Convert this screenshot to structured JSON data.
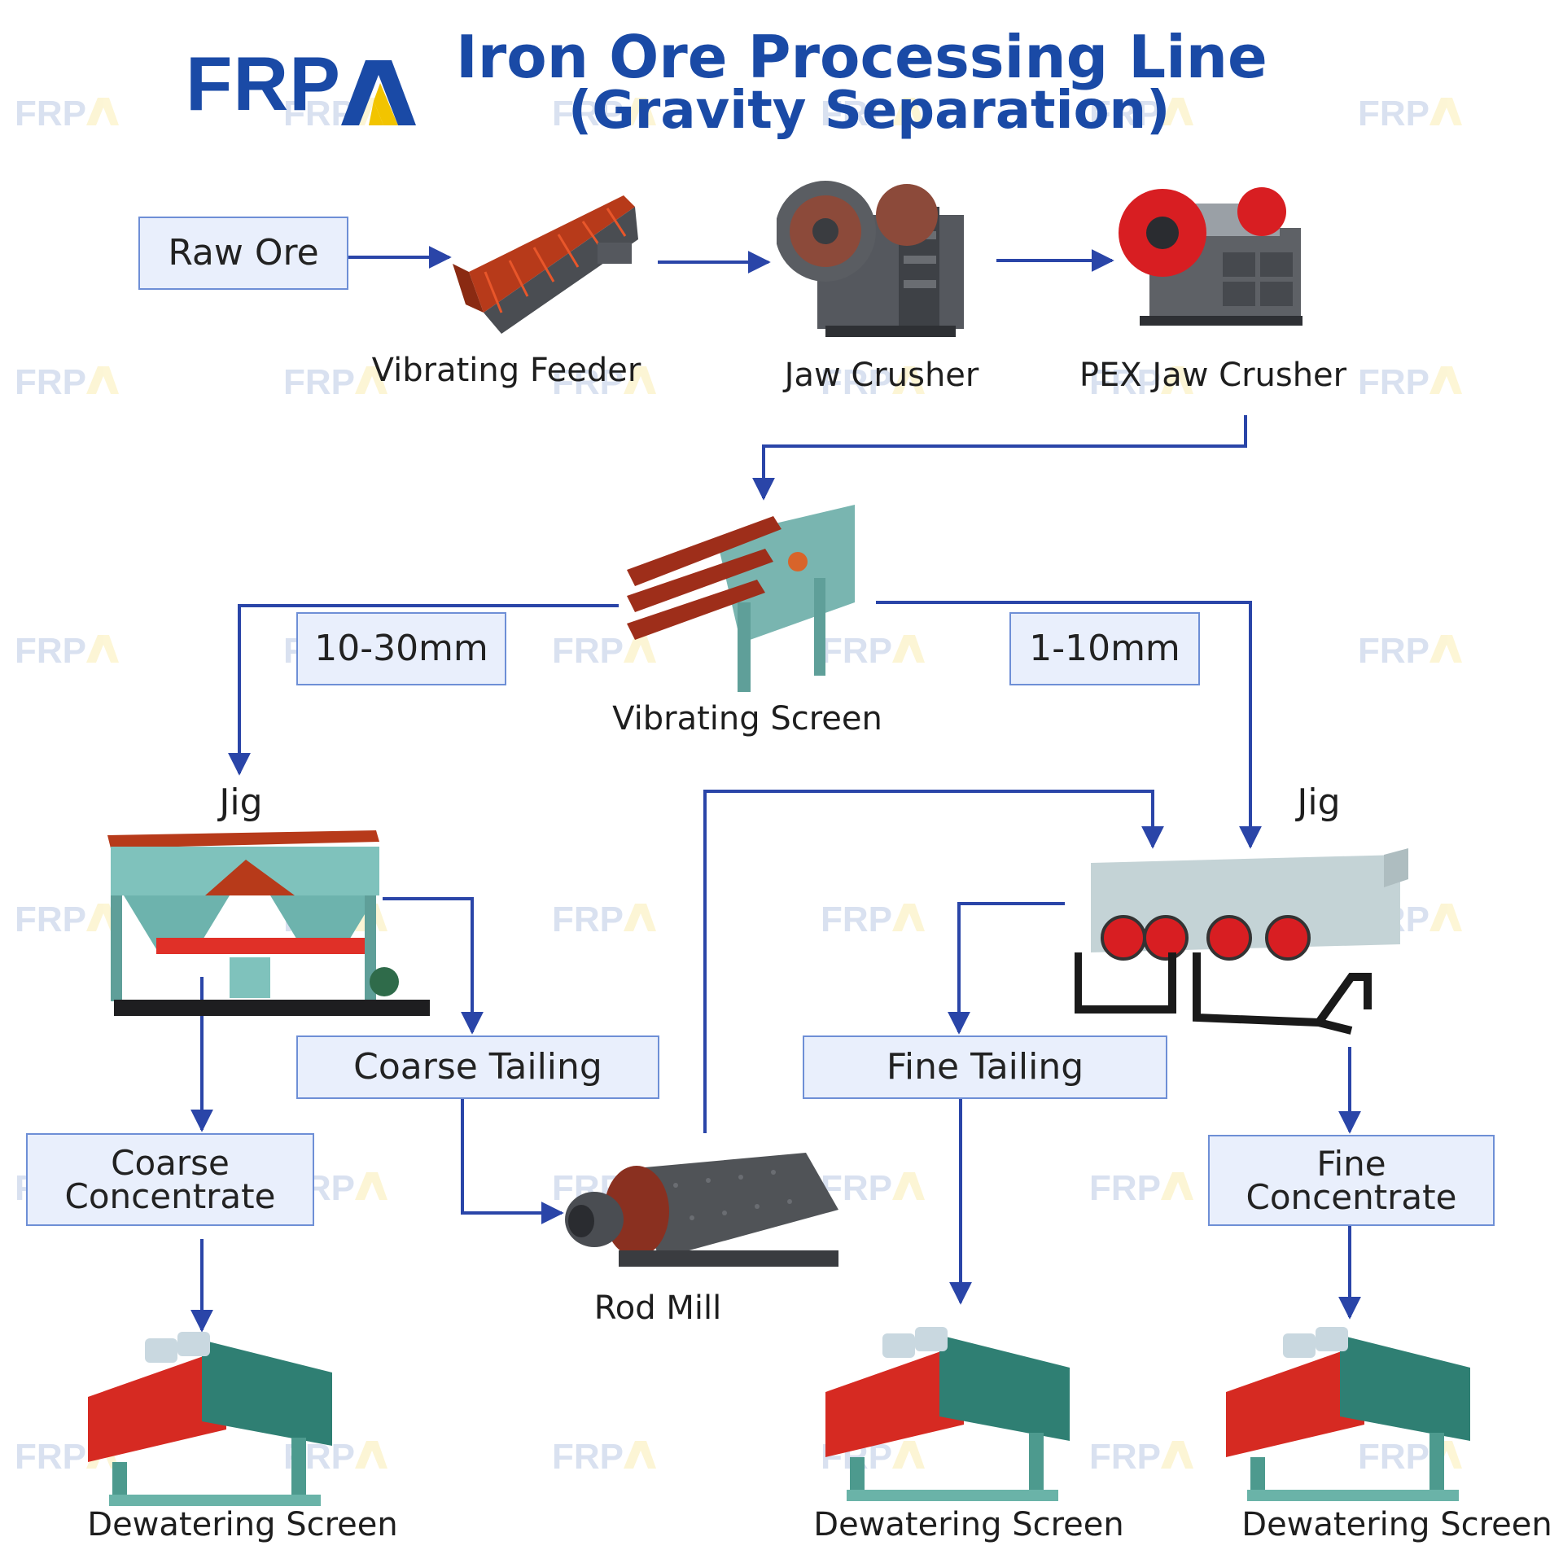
{
  "brand": {
    "logo_text": "FRP",
    "watermark_text": "FRP",
    "color": "#1a4aa6",
    "accent": "#f2c400"
  },
  "header": {
    "title": "Iron  Ore Processing Line",
    "subtitle": "(Gravity Separation)"
  },
  "flow_color": "#2a45a8",
  "nodes": {
    "raw_ore": "Raw Ore",
    "vibrating_feeder": "Vibrating Feeder",
    "jaw_crusher": "Jaw Crusher",
    "pex_jaw_crusher": "PEX Jaw Crusher",
    "vibrating_screen": "Vibrating Screen",
    "size_coarse": "10-30mm",
    "size_fine": "1-10mm",
    "jig_left": "Jig",
    "jig_right": "Jig",
    "coarse_tailing": "Coarse Tailing",
    "fine_tailing": "Fine Tailing",
    "coarse_concentrate_line1": "Coarse",
    "coarse_concentrate_line2": "Concentrate",
    "fine_concentrate_line1": "Fine",
    "fine_concentrate_line2": "Concentrate",
    "rod_mill": "Rod Mill",
    "dewatering_1": "Dewatering Screen",
    "dewatering_2": "Dewatering Screen",
    "dewatering_3": "Dewatering Screen"
  }
}
